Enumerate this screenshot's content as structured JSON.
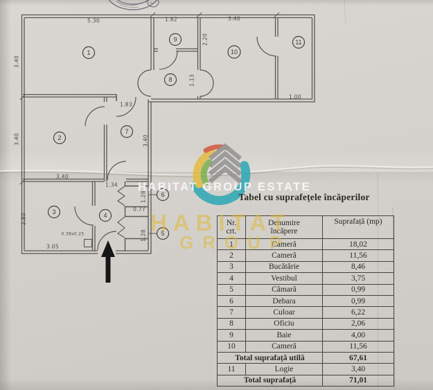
{
  "watermark": {
    "estate_line": "HABITAT GROUP ESTATE",
    "big_line1": "HABITAT",
    "big_line2": "GROUP"
  },
  "table": {
    "title": "Tabel cu suprafețele încăperilor",
    "headers": {
      "col1_line1": "Nr.",
      "col1_line2": "crt.",
      "col2_line1": "Denumire",
      "col2_line2": "încăpere",
      "col3": "Suprafață (mp)"
    },
    "rows": [
      {
        "type": "data",
        "nr": "1",
        "name": "Cameră",
        "area": "18,02"
      },
      {
        "type": "data",
        "nr": "2",
        "name": "Cameră",
        "area": "11,56"
      },
      {
        "type": "data",
        "nr": "3",
        "name": "Bucătărie",
        "area": "8,46"
      },
      {
        "type": "data",
        "nr": "4",
        "name": "Vestibul",
        "area": "3,75"
      },
      {
        "type": "data",
        "nr": "5",
        "name": "Cămară",
        "area": "0,99"
      },
      {
        "type": "data",
        "nr": "6",
        "name": "Debara",
        "area": "0,99"
      },
      {
        "type": "data",
        "nr": "7",
        "name": "Culoar",
        "area": "6,22"
      },
      {
        "type": "data",
        "nr": "8",
        "name": "Oficiu",
        "area": "2,06"
      },
      {
        "type": "data",
        "nr": "9",
        "name": "Baie",
        "area": "4,00"
      },
      {
        "type": "data",
        "nr": "10",
        "name": "Cameră",
        "area": "11,56"
      },
      {
        "type": "total",
        "name": "Total suprafață utilă",
        "area": "67,61"
      },
      {
        "type": "data",
        "nr": "11",
        "name": "Logie",
        "area": "3,40"
      },
      {
        "type": "total",
        "name": "Total suprafață",
        "area": "71,01"
      }
    ]
  },
  "plan": {
    "rooms": {
      "r1": "1",
      "r2": "2",
      "r3": "3",
      "r4": "4",
      "r5": "5",
      "r6": "6",
      "r7": "7",
      "r8": "8",
      "r9": "9",
      "r10": "10",
      "r11": "11"
    },
    "dims": {
      "top_room1": "5.30",
      "top_room9": "1.82",
      "top_room10": "3.40",
      "left_room1": "3.40",
      "left_room2": "3.40",
      "left_room3": "2.80",
      "room9_h": "2.20",
      "room8_h": "1.13",
      "room11_w": "1.00",
      "corridor_opening": "1.83",
      "corridor_h": "3.40",
      "room2_w": "3.40",
      "door_w": "1.34",
      "room3_w": "3.05",
      "pillar": "0.38x0.25",
      "debara_h": "1.28",
      "niche_w": "0.77",
      "camara_h": "1.28"
    }
  }
}
